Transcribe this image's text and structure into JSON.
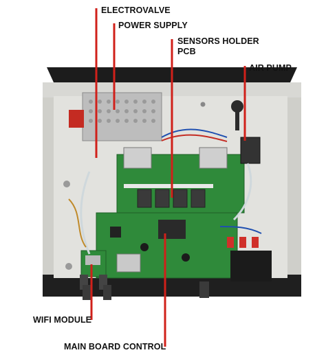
{
  "labels": {
    "electrovalve": "ELECTROVALVE",
    "power_supply": "POWER SUPPLY",
    "sensors_holder_line1": "SENSORS HOLDER",
    "sensors_holder_line2": "PCB",
    "air_pump": "AIR PUMP",
    "wifi_module": "WIFI MODULE",
    "main_board_control": "MAIN BOARD CONTROL"
  },
  "colors": {
    "callout_line": "#d0201a",
    "enclosure": "#1c1c1c",
    "panel": "#dcdcd8",
    "pcb_green": "#2f8a3a",
    "sensor_display": "#3a3a3a"
  }
}
